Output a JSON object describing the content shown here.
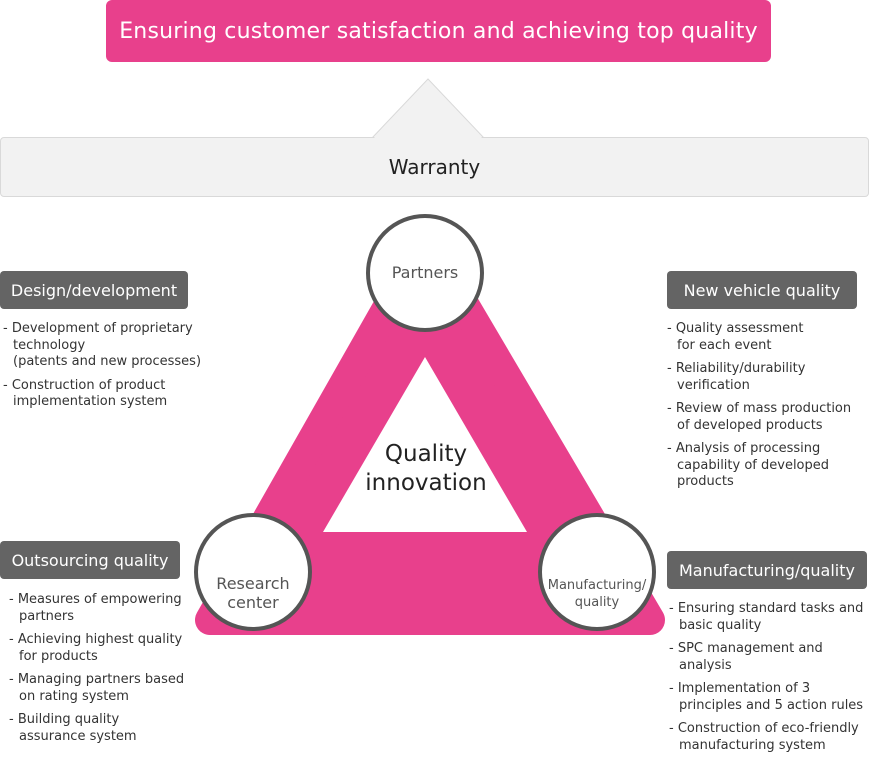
{
  "top_banner": {
    "text": "Ensuring customer satisfaction and achieving top quality"
  },
  "warranty": {
    "text": "Warranty"
  },
  "center": {
    "line1": "Quality",
    "line2": "innovation"
  },
  "nodes": {
    "partners": "Partners",
    "research": "Research\ncenter",
    "manufacturing": "Manufacturing/\nquality"
  },
  "colors": {
    "accent": "#e8408c",
    "tag": "#646464",
    "circle_border": "#555555"
  },
  "sections": {
    "design": {
      "title": "Design/development",
      "items": [
        "Development of proprietary\ntechnology\n(patents and new processes)",
        "Construction of product\nimplementation system"
      ]
    },
    "new_vehicle": {
      "title": "New vehicle quality",
      "items": [
        "Quality assessment\nfor each event",
        "Reliability/durability\nverification",
        "Review of mass production\nof developed products",
        "Analysis of processing\ncapability of developed\nproducts"
      ]
    },
    "outsourcing": {
      "title": "Outsourcing quality",
      "items": [
        "Measures of empowering\npartners",
        "Achieving highest quality\nfor products",
        "Managing partners based\non rating system",
        "Building quality\nassurance system"
      ]
    },
    "manufacturing": {
      "title": "Manufacturing/quality",
      "items": [
        "Ensuring standard tasks and\nbasic quality",
        "SPC management and\nanalysis",
        "Implementation of 3\nprinciples and 5 action rules",
        "Construction of eco-friendly\nmanufacturing system"
      ]
    }
  }
}
